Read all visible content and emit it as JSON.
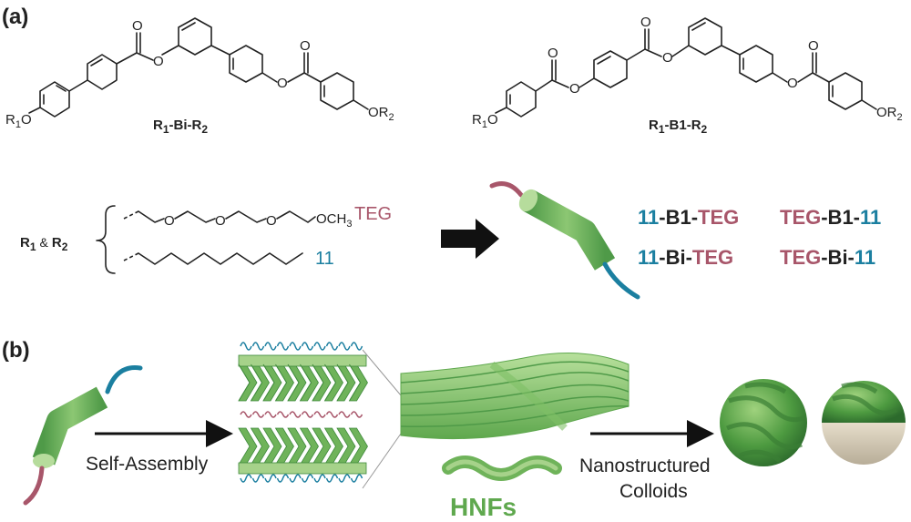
{
  "panel_a": {
    "label": "(a)",
    "molecule_left": {
      "name_r1": "R",
      "name_r1_sub": "1",
      "name_mid": "-Bi-",
      "name_r2": "R",
      "name_r2_sub": "2",
      "left_sub_r": "R",
      "left_sub_n": "1",
      "left_sub_o": "O",
      "right_sub_o": "O",
      "right_sub_r": "R",
      "right_sub_n": "2",
      "carbonyl_o": "O",
      "ester_o": "O"
    },
    "molecule_right": {
      "name_r1": "R",
      "name_r1_sub": "1",
      "name_mid": "-B1-",
      "name_r2": "R",
      "name_r2_sub": "2",
      "left_sub_r": "R",
      "left_sub_n": "1",
      "left_sub_o": "O",
      "right_sub_o": "O",
      "right_sub_r": "R",
      "right_sub_n": "2",
      "carbonyl_o": "O",
      "ester_o": "O"
    },
    "substituent": {
      "r1": "R",
      "r1_sub": "1",
      "amp": "&",
      "r2": "R",
      "r2_sub": "2",
      "o_atom": "O",
      "och3": "OCH",
      "och3_sub": "3",
      "teg": "TEG",
      "c11": "11"
    },
    "compounds": [
      [
        {
          "t": "11",
          "c": "blue"
        },
        {
          "t": "-B1-",
          "c": "black"
        },
        {
          "t": "TEG",
          "c": "red"
        }
      ],
      [
        {
          "t": "TEG",
          "c": "red"
        },
        {
          "t": "-B1-",
          "c": "black"
        },
        {
          "t": "11",
          "c": "blue"
        }
      ],
      [
        {
          "t": "11",
          "c": "blue"
        },
        {
          "t": "-Bi-",
          "c": "black"
        },
        {
          "t": "TEG",
          "c": "red"
        }
      ],
      [
        {
          "t": "TEG",
          "c": "red"
        },
        {
          "t": "-Bi-",
          "c": "black"
        },
        {
          "t": "11",
          "c": "blue"
        }
      ]
    ]
  },
  "panel_b": {
    "label": "(b)",
    "step1": "Self-Assembly",
    "hnfs": "HNFs",
    "step2_line1": "Nanostructured",
    "step2_line2": "Colloids"
  },
  "colors": {
    "teg": "#a8566a",
    "alkyl": "#1b7fa0",
    "green_light": "#a6d28a",
    "green": "#6fb35a",
    "green_dark": "#3f8a3c",
    "beige": "#d8cdb8",
    "text": "#222222"
  }
}
